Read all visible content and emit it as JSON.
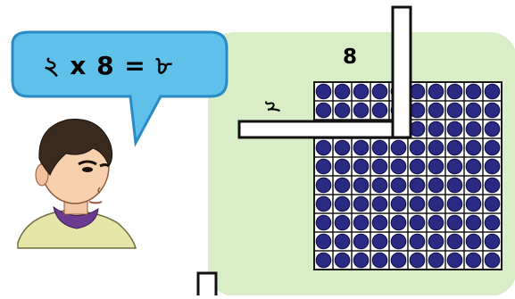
{
  "equation": "২ x 8 = ৮",
  "labels": {
    "top": "8",
    "side": "২"
  },
  "grid": {
    "rows": 10,
    "cols": 10,
    "highlighted_rows": 2,
    "highlighted_cols": 4
  },
  "colors": {
    "bubble_fill": "#5fc1ea",
    "bubble_stroke": "#2a8ac6",
    "panel": "#d9edc7",
    "cell_border": "#1a1a1a",
    "dot": "#2a2a82",
    "dot_edge": "#0d0d4a",
    "frame": "#ffffff"
  },
  "icons": {
    "boy": "boy-illustration",
    "speech_bubble": "speech-bubble"
  }
}
